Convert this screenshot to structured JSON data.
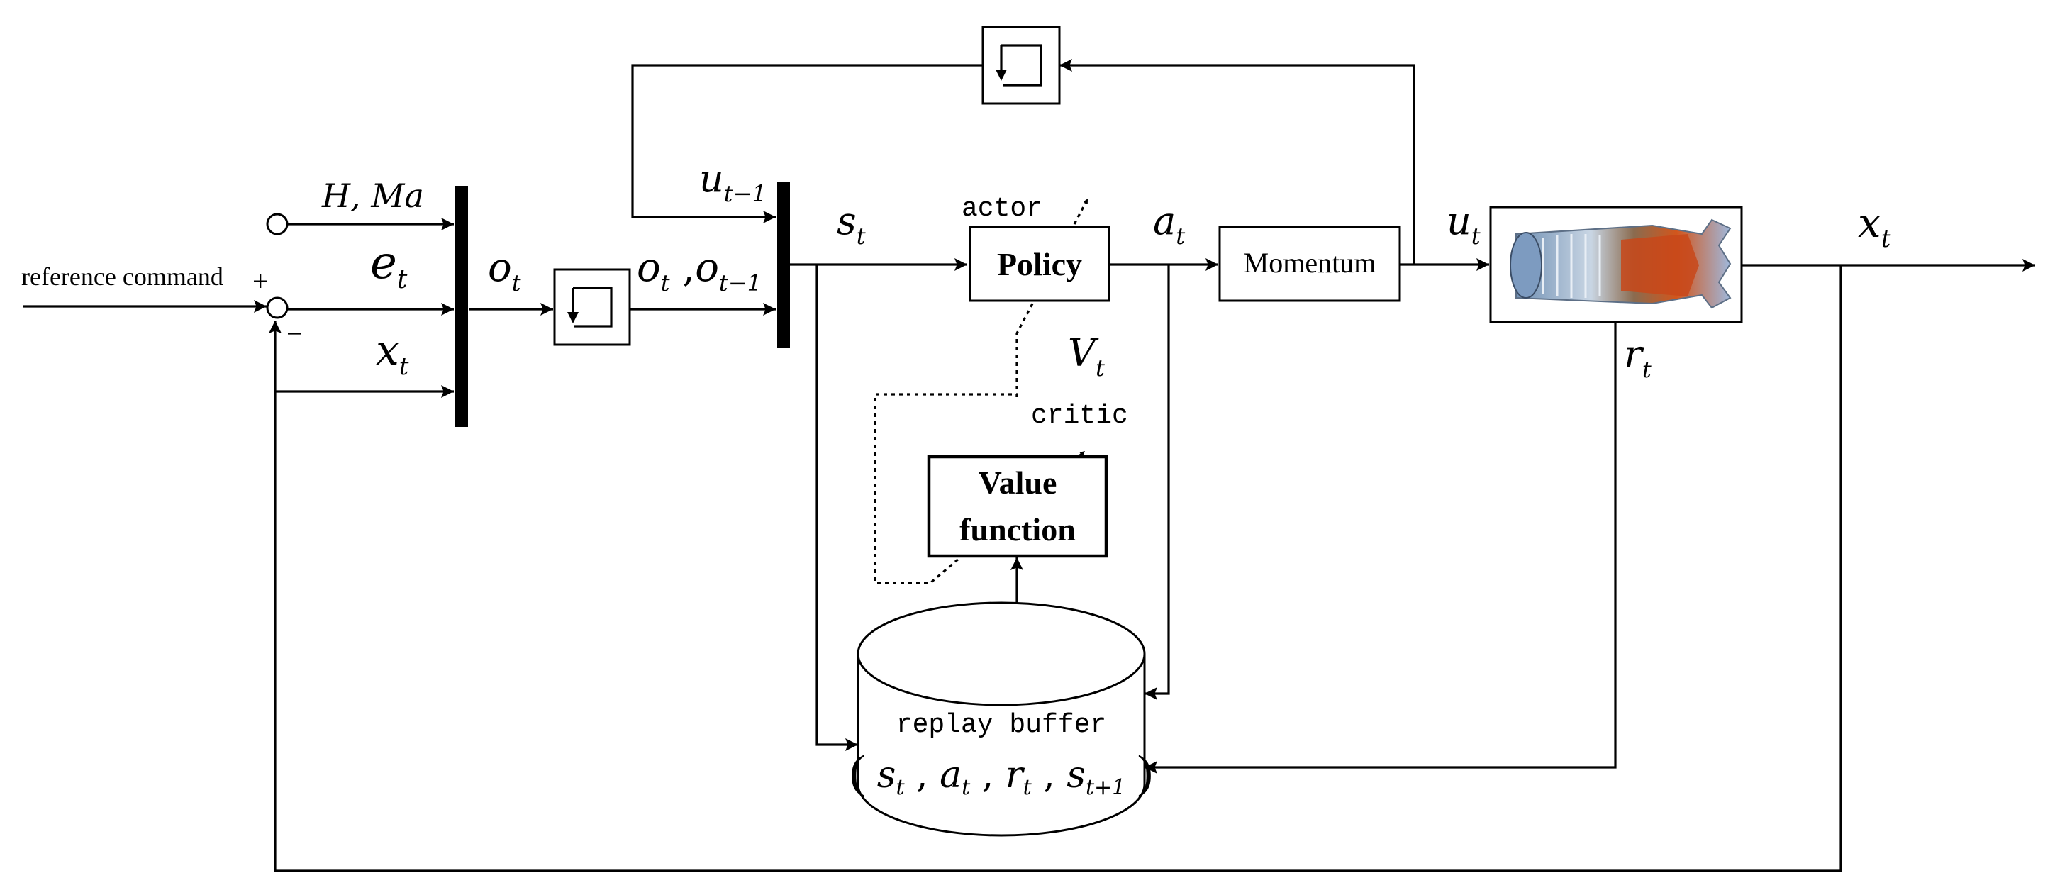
{
  "blocks": {
    "policy": "Policy",
    "momentum": "Momentum",
    "value_function_line1": "Value",
    "value_function_line2": "function",
    "replay_buffer": "replay buffer"
  },
  "labels": {
    "reference_command": "reference command",
    "plus_sign": "+",
    "minus_sign": "−",
    "actor": "actor",
    "critic": "critic",
    "H_Ma": "H, Ma"
  },
  "symbols": {
    "e": "e",
    "e_sub": "t",
    "x": "x",
    "x_sub": "t",
    "o": "o",
    "o_sub": "t",
    "o_pair_o1": "o",
    "o_pair_sub1": "t",
    "o_pair_sep": ",",
    "o_pair_o2": "o",
    "o_pair_sub2": "t−1",
    "u_prev": "u",
    "u_prev_sub": "t−1",
    "s": "s",
    "s_sub": "t",
    "a": "a",
    "a_sub": "t",
    "u": "u",
    "u_sub": "t",
    "x_out": "x",
    "x_out_sub": "t",
    "r": "r",
    "r_sub": "t",
    "V": "V",
    "V_sub": "t"
  },
  "tuple": {
    "open": "(",
    "s": "s",
    "s_sub": "t",
    "c1": ",",
    "a": "a",
    "a_sub": "t",
    "c2": ",",
    "r": "r",
    "r_sub": "t",
    "c3": ",",
    "s2": "s",
    "s2_sub": "t+1",
    "close": ")"
  },
  "icons": {
    "delay_block": "unit-delay-icon",
    "engine": "turbofan-engine-icon"
  },
  "colors": {
    "line": "#000000",
    "background": "#ffffff"
  }
}
